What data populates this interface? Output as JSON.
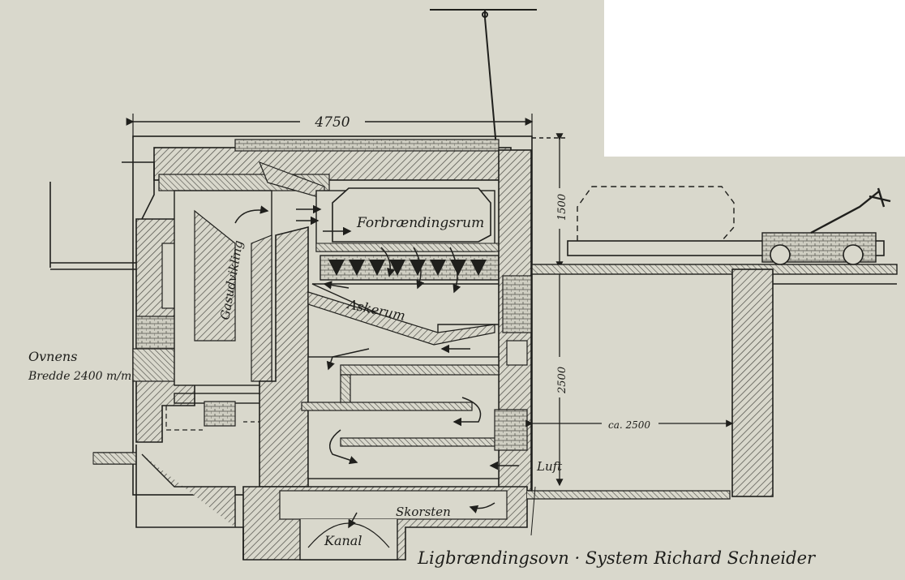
{
  "figure": {
    "caption": "Ligbrændingsovn · System Richard Schneider",
    "labels": {
      "forbraending": "Forbrændingsrum",
      "askerum": "Askerum",
      "gasudvikling": "Gasudvikling",
      "skorsten": "Skorsten",
      "kanal": "Kanal",
      "luft": "Luft",
      "ovnens": "Ovnens",
      "bredde": "Bredde 2400 m/m"
    },
    "dimensions": {
      "width": "4750",
      "upper_height": "1500",
      "lower_height": "2500",
      "ca": "ca. 2500"
    }
  },
  "colors": {
    "paper": "#d9d8cc",
    "ink": "#1f1f1c",
    "hatch": "#4a4a44",
    "white_bg": "#ffffff"
  }
}
